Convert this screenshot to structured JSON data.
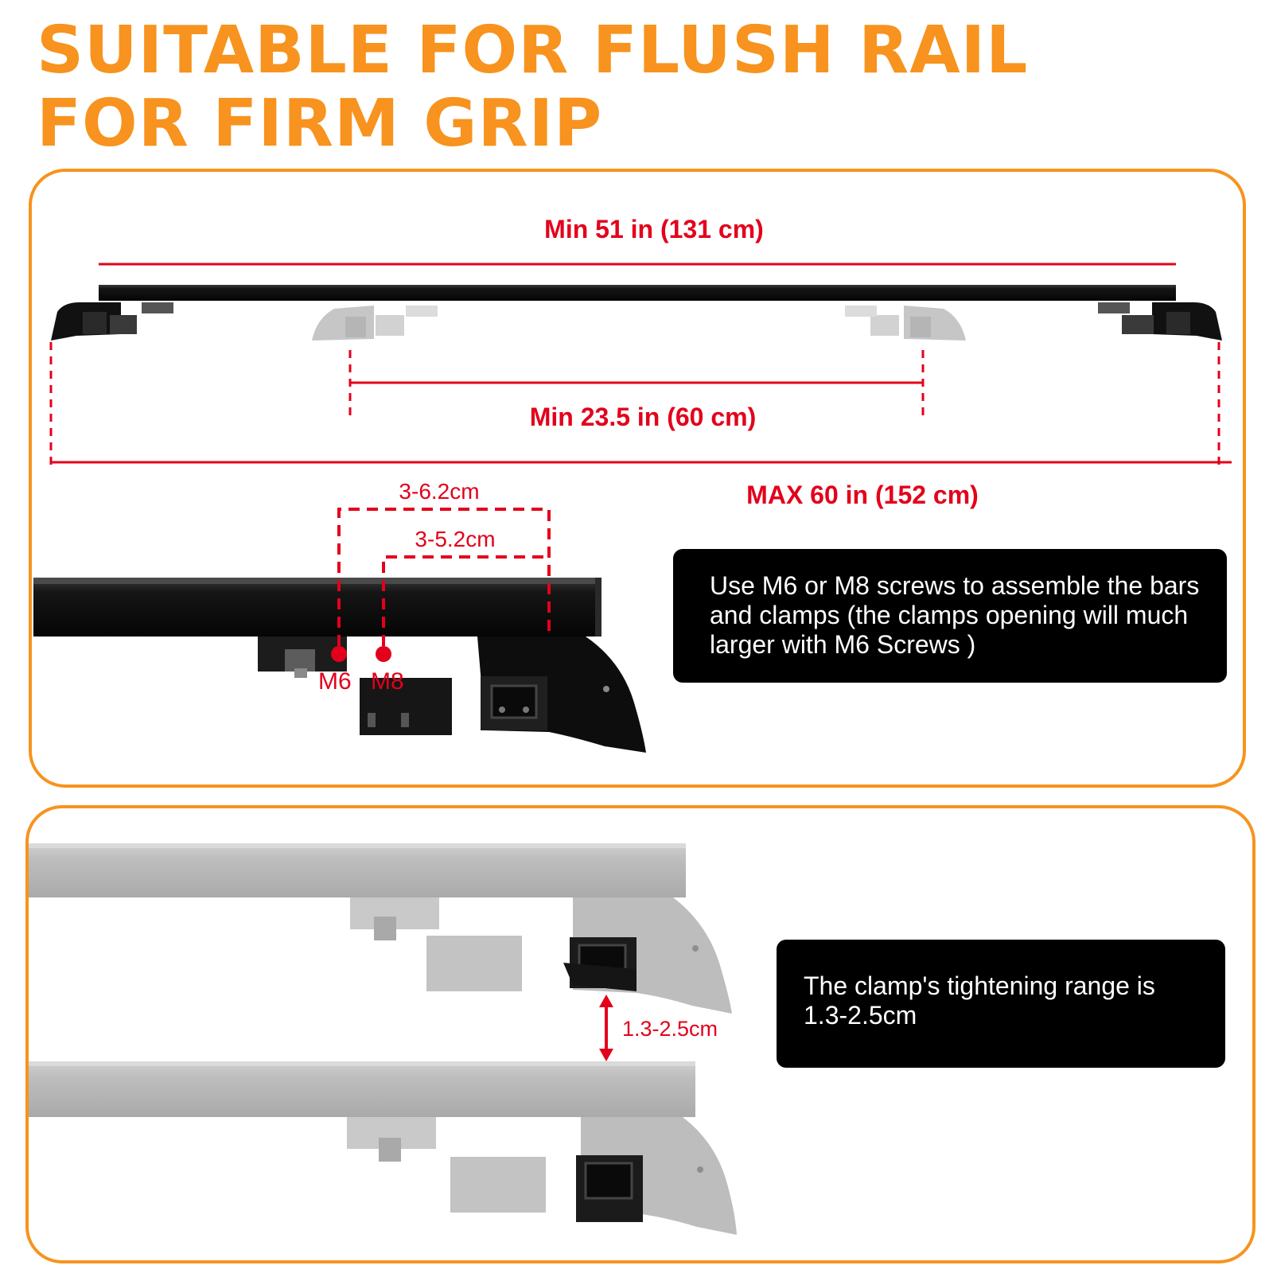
{
  "headline": {
    "line1": "SUITABLE FOR FLUSH RAIL",
    "line2": "FOR FIRM GRIP"
  },
  "colors": {
    "accent_orange": "#f7931e",
    "dimension_red": "#e3001b",
    "bar_black": "#111111",
    "ghost_gray": "#b9b9b9",
    "callout_black": "#000000"
  },
  "overview": {
    "min_bar_label": "Min 51 in (131 cm)",
    "min_foot_gap_label": "Min 23.5 in (60 cm)",
    "max_span_label": "MAX 60 in (152 cm)"
  },
  "detail": {
    "range_m6_label": "3-6.2cm",
    "range_m8_label": "3-5.2cm",
    "m6_label": "M6",
    "m8_label": "M8",
    "callout_text": "Use M6 or M8 screws to assemble the bars and clamps (the clamps opening will much larger with M6 Screws )"
  },
  "clamp": {
    "range_label": "1.3-2.5cm",
    "callout_text": "The clamp's tightening range is 1.3-2.5cm"
  },
  "icons": [
    "crossbar-illustration",
    "clamp-foot-illustration",
    "double-arrow-icon"
  ]
}
